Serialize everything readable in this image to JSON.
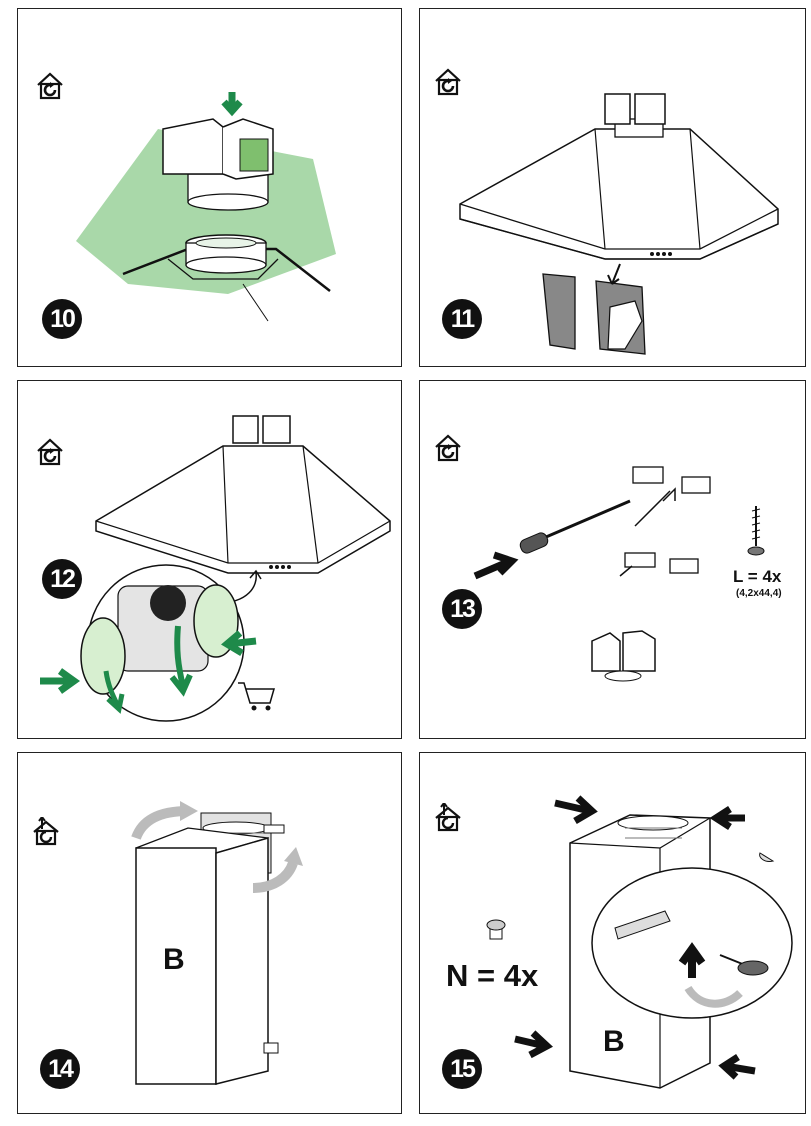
{
  "panels": [
    {
      "step": "10",
      "mode_icon": "recirculation-house-icon"
    },
    {
      "step": "11",
      "mode_icon": "recirculation-house-icon"
    },
    {
      "step": "12",
      "mode_icon": "recirculation-house-icon"
    },
    {
      "step": "13",
      "mode_icon": "recirculation-house-icon",
      "screw_qty": "L = 4x",
      "screw_size": "(4,2x44,4)"
    },
    {
      "step": "14",
      "mode_icon": "extraction-house-icon",
      "chimney_label": "B"
    },
    {
      "step": "15",
      "mode_icon": "extraction-house-icon",
      "screw_qty": "N = 4x",
      "chimney_label": "B"
    }
  ],
  "colors": {
    "accent_green": "#1e8a4a",
    "light_green": "#a9d8a9",
    "outline": "#111111",
    "grey": "#b0b0b0"
  }
}
